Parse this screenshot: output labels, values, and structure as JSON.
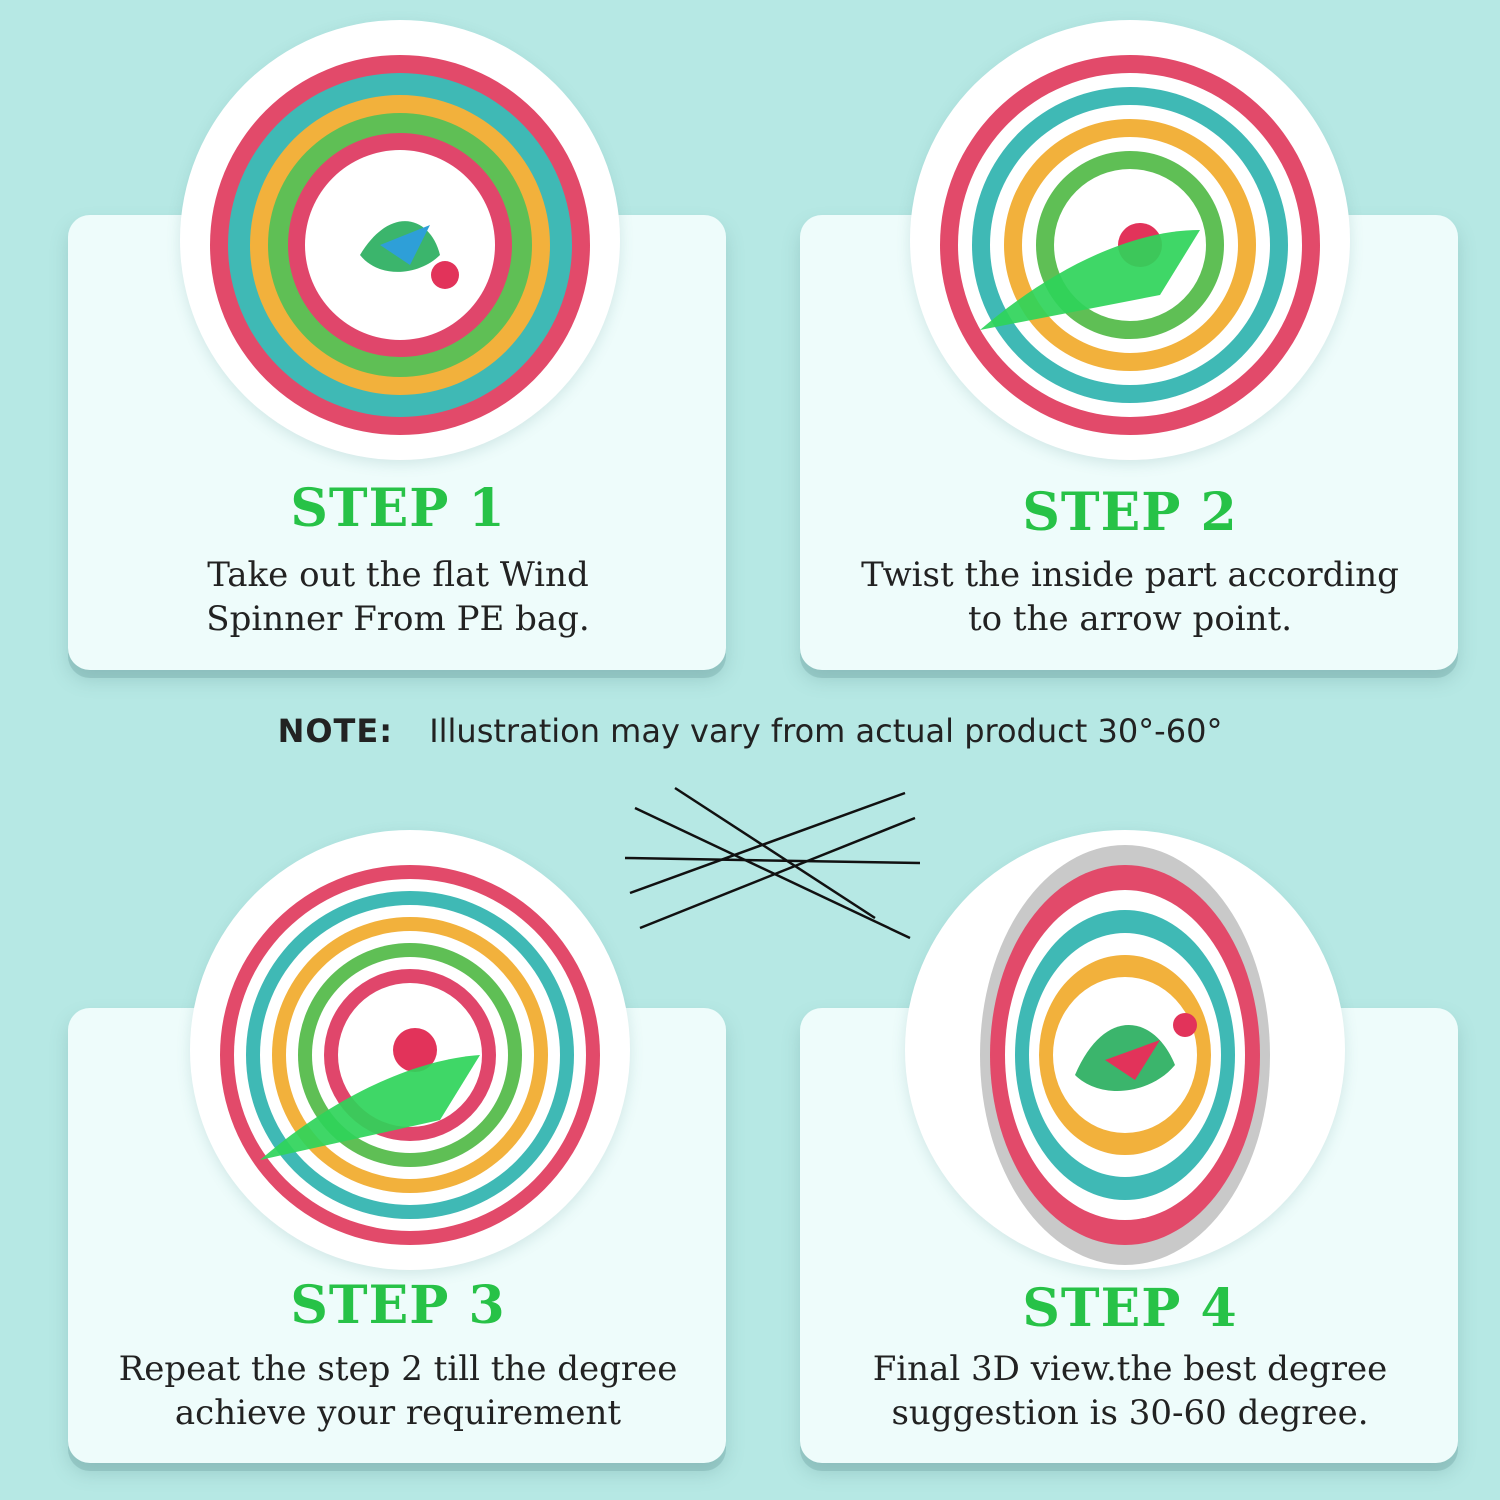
{
  "steps": [
    {
      "title": "STEP 1",
      "line1": "Take out the flat Wind",
      "line2": "Spinner From PE bag."
    },
    {
      "title": "STEP 2",
      "line1": "Twist the inside part according",
      "line2": "to the arrow point."
    },
    {
      "title": "STEP 3",
      "line1": "Repeat the step 2 till the degree",
      "line2": "achieve your requirement"
    },
    {
      "title": "STEP 4",
      "line1": "Final 3D view.the best degree",
      "line2": "suggestion is 30-60 degree."
    }
  ],
  "note": {
    "label": "NOTE:",
    "text": "Illustration may vary from actual product 30°-60°"
  },
  "colors": {
    "background": "#b6e8e4",
    "card": "#eefcfb",
    "step_title": "#27c247",
    "arrow": "#2fd45a"
  },
  "icons": [
    "wind-spinner-icon",
    "twist-arrow-icon",
    "hook-wire-icon"
  ]
}
